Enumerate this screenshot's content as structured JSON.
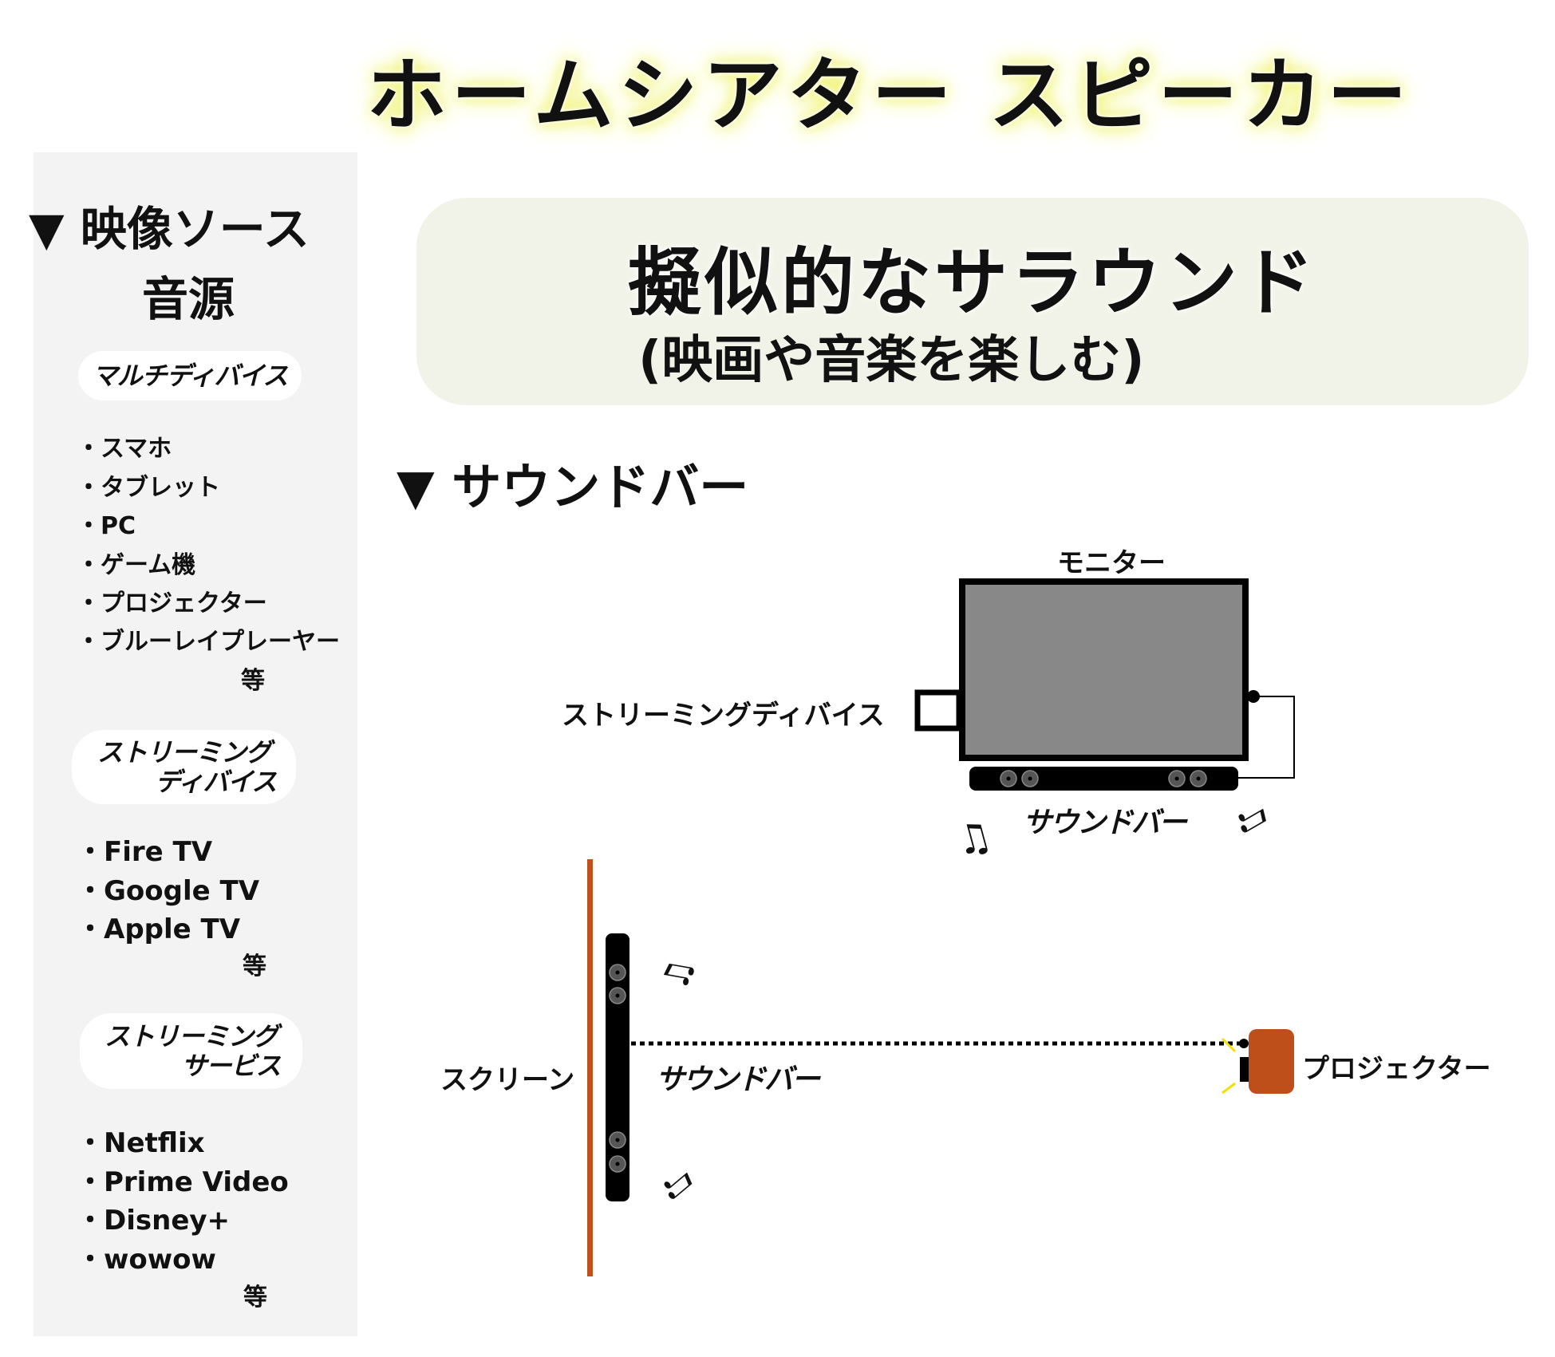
{
  "title": "ホームシアター スピーカー",
  "sidebar": {
    "heading_line1": "▼ 映像ソース",
    "heading_line2": "音源",
    "groups": [
      {
        "label_line1": "マルチディバイス",
        "label_line2": "",
        "items": [
          "・スマホ",
          "・タブレット",
          "・PC",
          "・ゲーム機",
          "・プロジェクター",
          "・ブルーレイプレーヤー"
        ],
        "etc": "等"
      },
      {
        "label_line1": "ストリーミング",
        "label_line2": "ディバイス",
        "items": [
          "・Fire TV",
          "・Google TV",
          "・Apple TV"
        ],
        "etc": "等"
      },
      {
        "label_line1": "ストリーミング",
        "label_line2": "サービス",
        "items": [
          "・Netflix",
          "・Prime Video",
          "・Disney+",
          "・wowow"
        ],
        "etc": "等"
      }
    ]
  },
  "main": {
    "box_title": "擬似的なサラウンド",
    "box_subtitle": "(映画や音楽を楽しむ)",
    "section_heading": "▼ サウンドバー",
    "diagram1": {
      "monitor_label": "モニター",
      "device_label": "ストリーミングディバイス",
      "soundbar_label": "サウンドバー",
      "note_left": "♫",
      "note_right": "♫"
    },
    "diagram2": {
      "screen_label": "スクリーン",
      "soundbar_label": "サウンドバー",
      "projector_label": "プロジェクター",
      "note_top": "♫",
      "note_bottom": "♫"
    }
  },
  "colors": {
    "glow": "#eef25a",
    "box_bg": "#f2f3e8",
    "screen": "#c0521b",
    "projector": "#bf4f1a",
    "monitor": "#888888",
    "sidebar_bg": "#f4f3f3"
  }
}
